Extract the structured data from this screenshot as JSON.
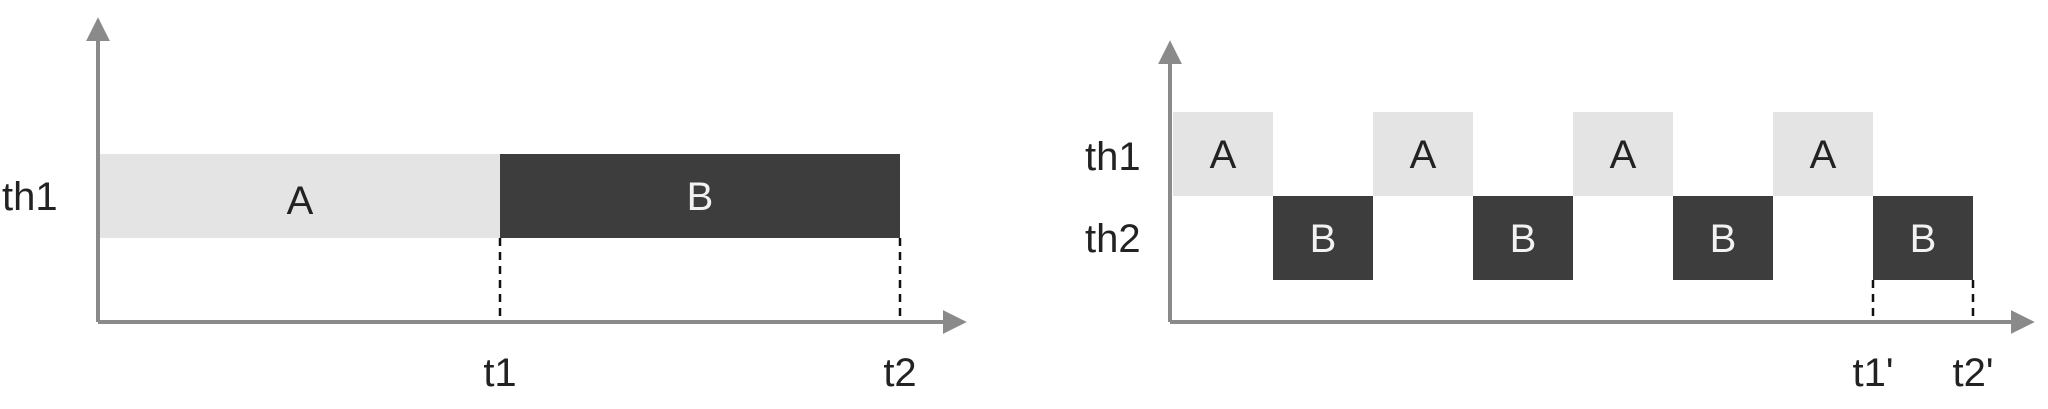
{
  "colors": {
    "axis": "#8a8a8a",
    "block_a": "#e4e4e4",
    "block_b": "#3d3d3d",
    "text_dark": "#222222",
    "text_light": "#f2f2f2",
    "dashed": "#111111"
  },
  "left_diagram": {
    "thread_labels": [
      "th1"
    ],
    "block_a_label": "A",
    "block_b_label": "B",
    "time_labels": [
      "t1",
      "t2"
    ]
  },
  "right_diagram": {
    "thread_labels": [
      "th1",
      "th2"
    ],
    "a_block_labels": [
      "A",
      "A",
      "A",
      "A"
    ],
    "b_block_labels": [
      "B",
      "B",
      "B",
      "B"
    ],
    "time_labels": [
      "t1'",
      "t2'"
    ]
  }
}
